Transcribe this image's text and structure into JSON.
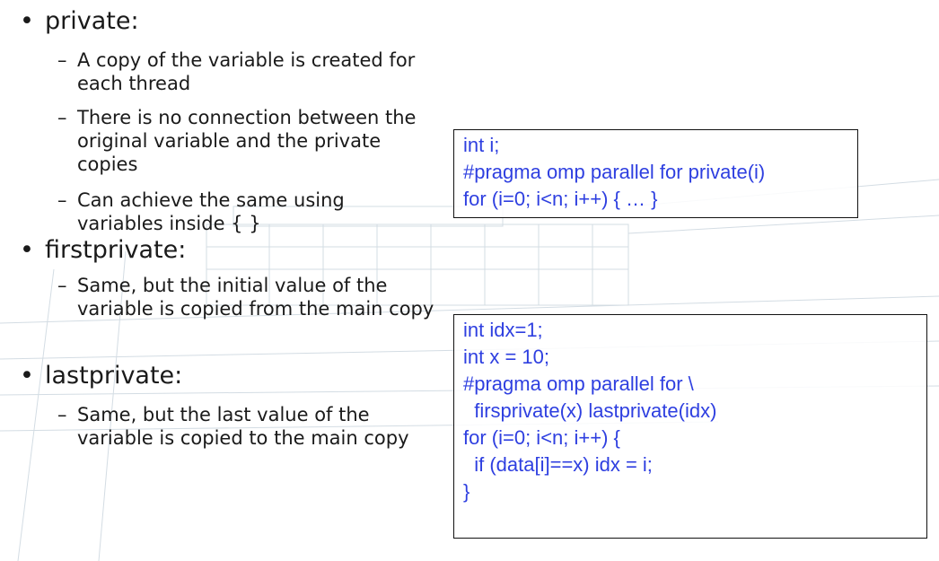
{
  "bullets": [
    {
      "label": "private:",
      "subs": [
        "A copy of the variable is created for each thread",
        "There is no connection between the original variable and the private copies",
        "Can achieve the same using variables inside { }"
      ]
    },
    {
      "label": "firstprivate:",
      "subs": [
        "Same, but the initial value of the variable is copied from the main copy"
      ]
    },
    {
      "label": "lastprivate:",
      "subs": [
        "Same, but the last value of the variable is copied to the main copy"
      ]
    }
  ],
  "code_private": [
    "int i;",
    "#pragma omp parallel for private(i)",
    "for (i=0; i<n; i++) { … }"
  ],
  "code_lastprivate": [
    "int idx=1;",
    "int x = 10;",
    "#pragma omp parallel for \\",
    "  firsprivate(x) lastprivate(idx)",
    "for (i=0; i<n; i++) {",
    "  if (data[i]==x) idx = i;",
    "}"
  ],
  "colors": {
    "code_text": "#2e3fe0",
    "body_text": "#1a1a1a",
    "background_sketch": "#c9d4dd"
  }
}
